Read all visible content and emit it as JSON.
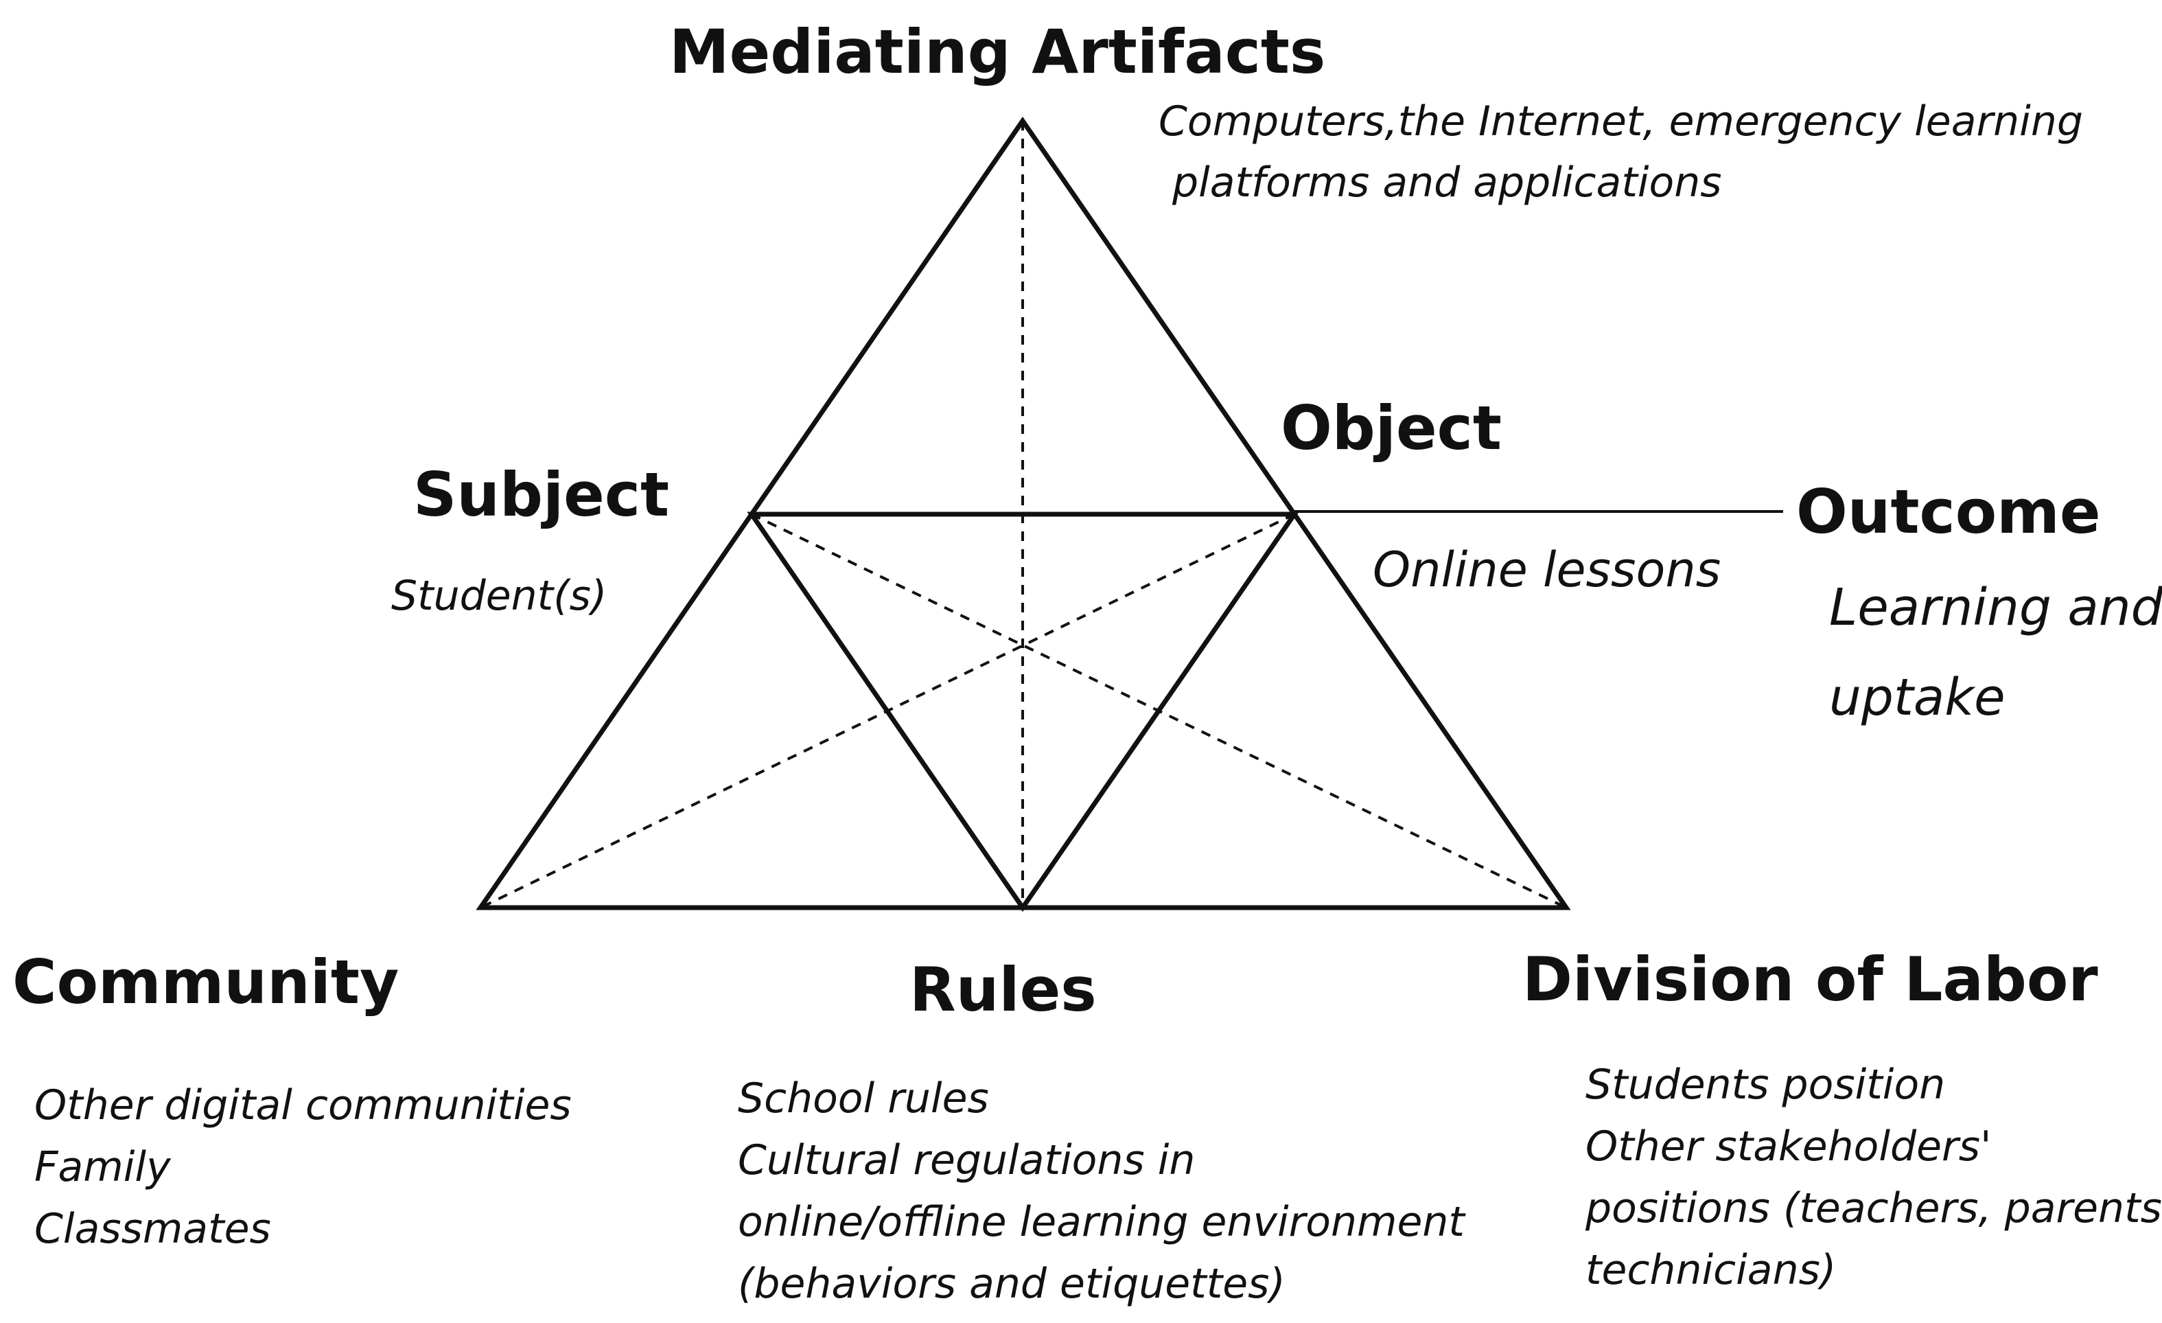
{
  "diagram": {
    "line_color": "#111111",
    "nodes": {
      "mediating_artifacts": {
        "title": "Mediating Artifacts",
        "details": [
          "Computers,the Internet, emergency learning",
          "platforms and applications"
        ]
      },
      "subject": {
        "title": "Subject",
        "details": [
          "Student(s)"
        ]
      },
      "object": {
        "title": "Object",
        "details": [
          "Online lessons"
        ]
      },
      "outcome": {
        "title": "Outcome",
        "details": [
          "Learning and",
          "uptake"
        ]
      },
      "community": {
        "title": "Community",
        "details": [
          "Other digital communities",
          "Family",
          "Classmates"
        ]
      },
      "rules": {
        "title": "Rules",
        "details": [
          "School rules",
          "Cultural regulations in",
          "online/offline learning environment",
          "(behaviors and etiquettes)"
        ]
      },
      "division_of_labor": {
        "title": "Division of Labor",
        "details": [
          "Students position",
          "Other stakeholders'",
          "positions (teachers, parents,",
          "technicians)"
        ]
      }
    }
  }
}
